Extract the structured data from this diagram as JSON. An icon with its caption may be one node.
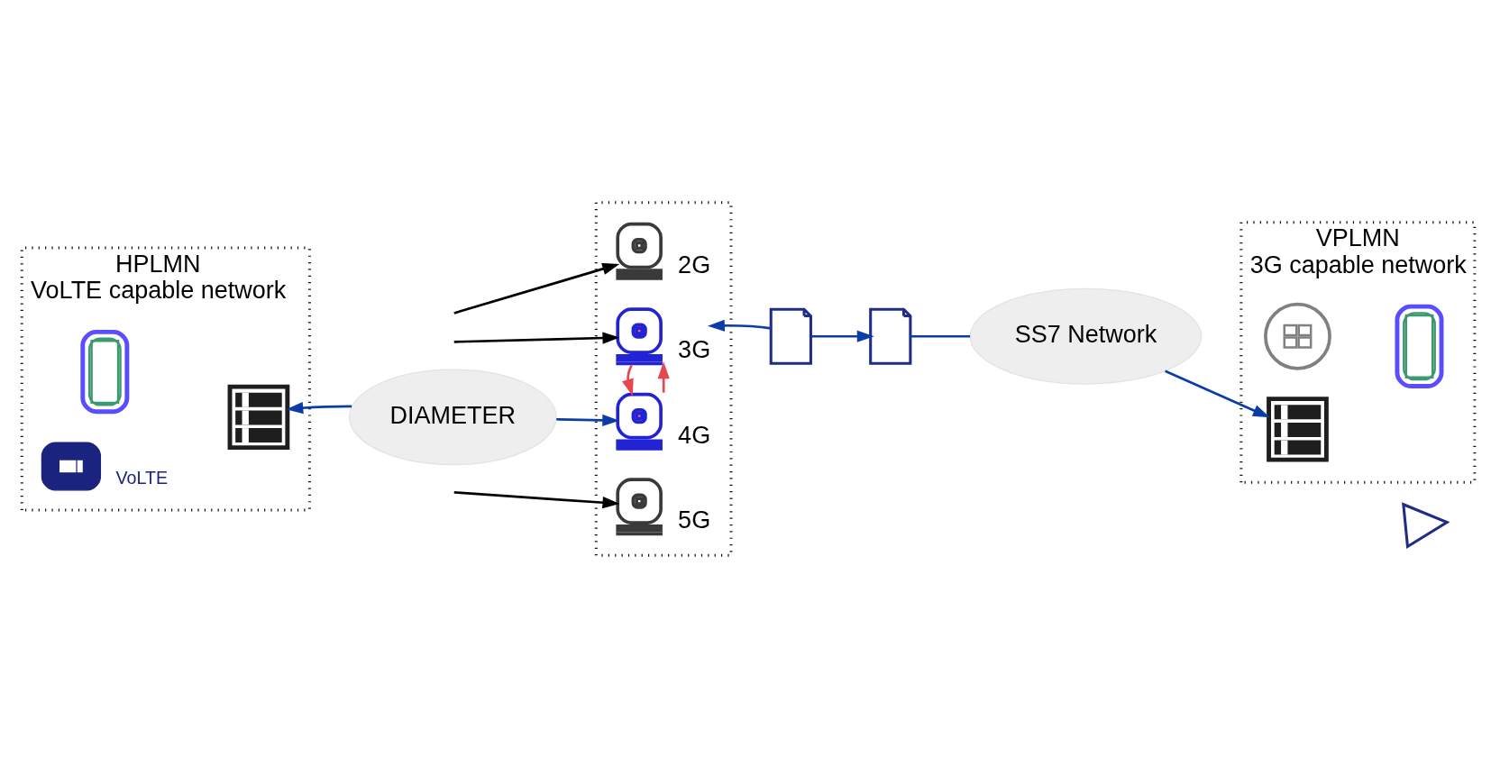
{
  "diagram": {
    "nodes": [
      {
        "text": [
          "HPLMN",
          "VoLTE capable network"
        ]
      },
      {
        "text": [],
        "shape": "picture",
        "in": 0
      },
      {
        "text": [],
        "shape": "picture",
        "in": 0
      },
      {
        "text": [],
        "shape": "picture",
        "beside": [
          "VoLTE"
        ],
        "in": 0
      },
      {
        "text": [
          "DIAMETER"
        ]
      },
      {
        "text": [],
        "shape": "box"
      },
      {
        "text": [],
        "shape": "picture",
        "beside": [
          "2G"
        ],
        "in": 5
      },
      {
        "text": [],
        "shape": "picture",
        "beside": [
          "3G"
        ],
        "in": 5
      },
      {
        "text": [],
        "shape": "picture",
        "beside": [
          "4G"
        ],
        "in": 5
      },
      {
        "text": [],
        "shape": "picture",
        "beside": [
          "5G"
        ],
        "in": 5
      },
      {
        "text": [],
        "shape": "picture"
      },
      {
        "text": [],
        "shape": "picture"
      },
      {
        "text": [
          "SS7 Network"
        ]
      },
      {
        "text": [
          "VPLMN",
          "3G capable network"
        ]
      },
      {
        "text": [],
        "shape": "picture",
        "in": 13
      },
      {
        "text": [],
        "shape": "picture",
        "in": 13
      },
      {
        "text": [],
        "shape": "picture",
        "in": 13
      },
      {
        "text": [],
        "shape": "picture"
      }
    ],
    "edges": [
      {
        "from": null,
        "to": 6,
        "arrow": "to",
        "color": "#000000"
      },
      {
        "from": null,
        "to": 7,
        "arrow": "to",
        "color": "#000000"
      },
      {
        "from": 4,
        "to": 2,
        "arrow": "to"
      },
      {
        "from": 4,
        "to": 8,
        "arrow": "to"
      },
      {
        "from": 8,
        "to": 7,
        "arrow": "to",
        "color": "#e8474f"
      },
      {
        "from": 7,
        "to": 8,
        "arrow": "to",
        "color": "#e8474f"
      },
      {
        "from": null,
        "to": 9,
        "arrow": "to",
        "color": "#000000"
      },
      {
        "from": 10,
        "to": 7,
        "arrow": "to"
      },
      {
        "from": 10,
        "to": 11,
        "arrow": "to"
      },
      {
        "from": 11,
        "to": 12,
        "arrow": "none"
      },
      {
        "from": 12,
        "to": 16,
        "arrow": "to"
      }
    ]
  }
}
